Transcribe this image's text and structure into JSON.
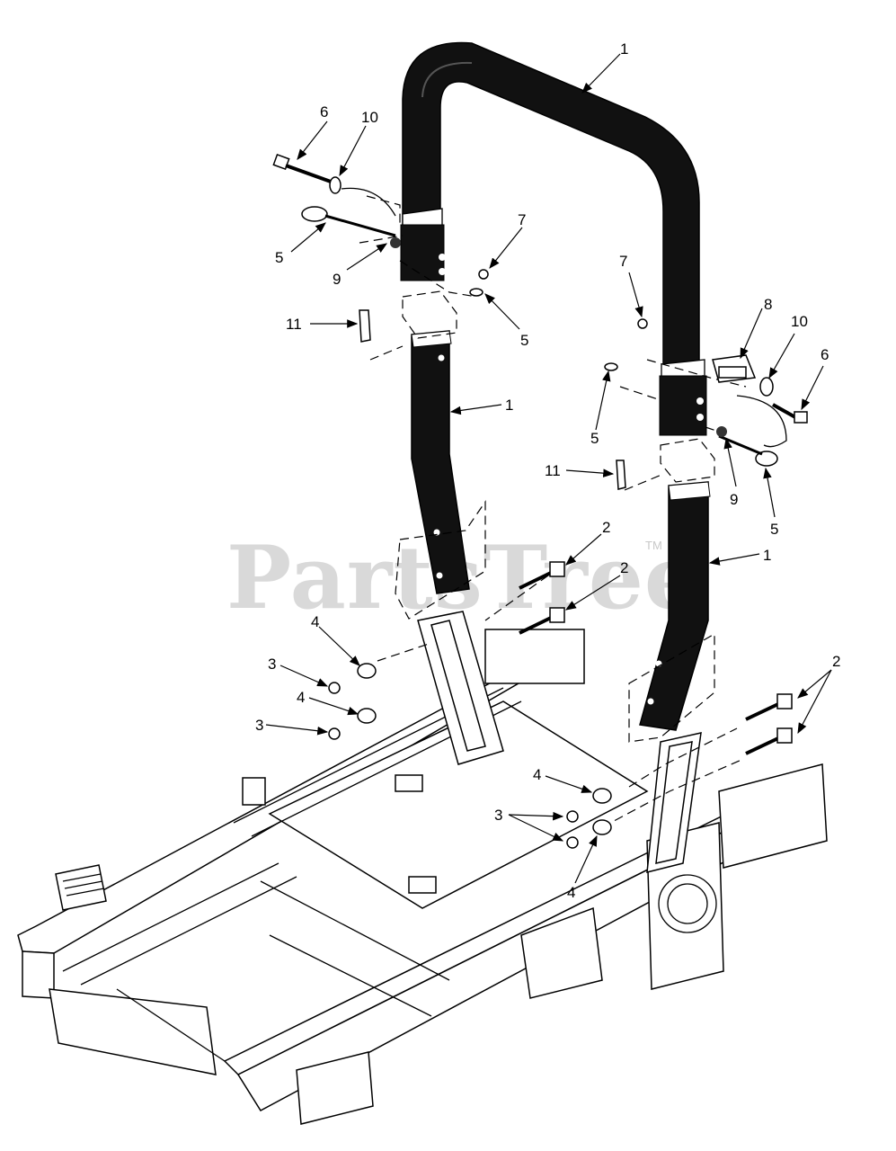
{
  "watermark": {
    "text": "PartsTree",
    "mark": "TM"
  },
  "callouts": [
    {
      "id": "c1a",
      "label": "1"
    },
    {
      "id": "c6a",
      "label": "6"
    },
    {
      "id": "c10a",
      "label": "10"
    },
    {
      "id": "c7a",
      "label": "7"
    },
    {
      "id": "c5a",
      "label": "5"
    },
    {
      "id": "c9a",
      "label": "9"
    },
    {
      "id": "c5b",
      "label": "5"
    },
    {
      "id": "c11a",
      "label": "11"
    },
    {
      "id": "c1b",
      "label": "1"
    },
    {
      "id": "c7b",
      "label": "7"
    },
    {
      "id": "c8",
      "label": "8"
    },
    {
      "id": "c10b",
      "label": "10"
    },
    {
      "id": "c6b",
      "label": "6"
    },
    {
      "id": "c5c",
      "label": "5"
    },
    {
      "id": "c11b",
      "label": "11"
    },
    {
      "id": "c9b",
      "label": "9"
    },
    {
      "id": "c5d",
      "label": "5"
    },
    {
      "id": "c2a",
      "label": "2"
    },
    {
      "id": "c2b",
      "label": "2"
    },
    {
      "id": "c1c",
      "label": "1"
    },
    {
      "id": "c4a",
      "label": "4"
    },
    {
      "id": "c3a",
      "label": "3"
    },
    {
      "id": "c4b",
      "label": "4"
    },
    {
      "id": "c3b",
      "label": "3"
    },
    {
      "id": "c2c",
      "label": "2"
    },
    {
      "id": "c4c",
      "label": "4"
    },
    {
      "id": "c3c",
      "label": "3"
    },
    {
      "id": "c4d",
      "label": "4"
    }
  ]
}
